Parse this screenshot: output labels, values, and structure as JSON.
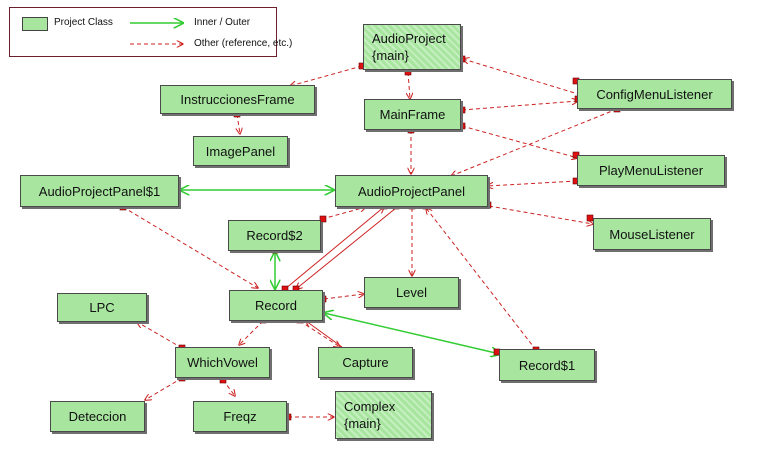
{
  "colors": {
    "node_fill": "#a8e6a0",
    "inner_edge": "#33cc33",
    "other_edge": "#cc2222",
    "port": "#dd1111"
  },
  "legend": {
    "project_class": "Project Class",
    "inner_outer": "Inner / Outer",
    "other": "Other (reference, etc.)"
  },
  "nodes": {
    "audio_project": {
      "name": "AudioProject",
      "sub": "{main}"
    },
    "instrucciones_frame": {
      "name": "InstruccionesFrame"
    },
    "image_panel": {
      "name": "ImagePanel"
    },
    "main_frame": {
      "name": "MainFrame"
    },
    "config_menu_listener": {
      "name": "ConfigMenuListener"
    },
    "play_menu_listener": {
      "name": "PlayMenuListener"
    },
    "audio_project_panel_1": {
      "name": "AudioProjectPanel$1"
    },
    "audio_project_panel": {
      "name": "AudioProjectPanel"
    },
    "mouse_listener": {
      "name": "MouseListener"
    },
    "record_2": {
      "name": "Record$2"
    },
    "lpc": {
      "name": "LPC"
    },
    "record": {
      "name": "Record"
    },
    "level": {
      "name": "Level"
    },
    "which_vowel": {
      "name": "WhichVowel"
    },
    "capture": {
      "name": "Capture"
    },
    "record_1": {
      "name": "Record$1"
    },
    "deteccion": {
      "name": "Deteccion"
    },
    "freqz": {
      "name": "Freqz"
    },
    "complex": {
      "name": "Complex",
      "sub": "{main}"
    }
  }
}
